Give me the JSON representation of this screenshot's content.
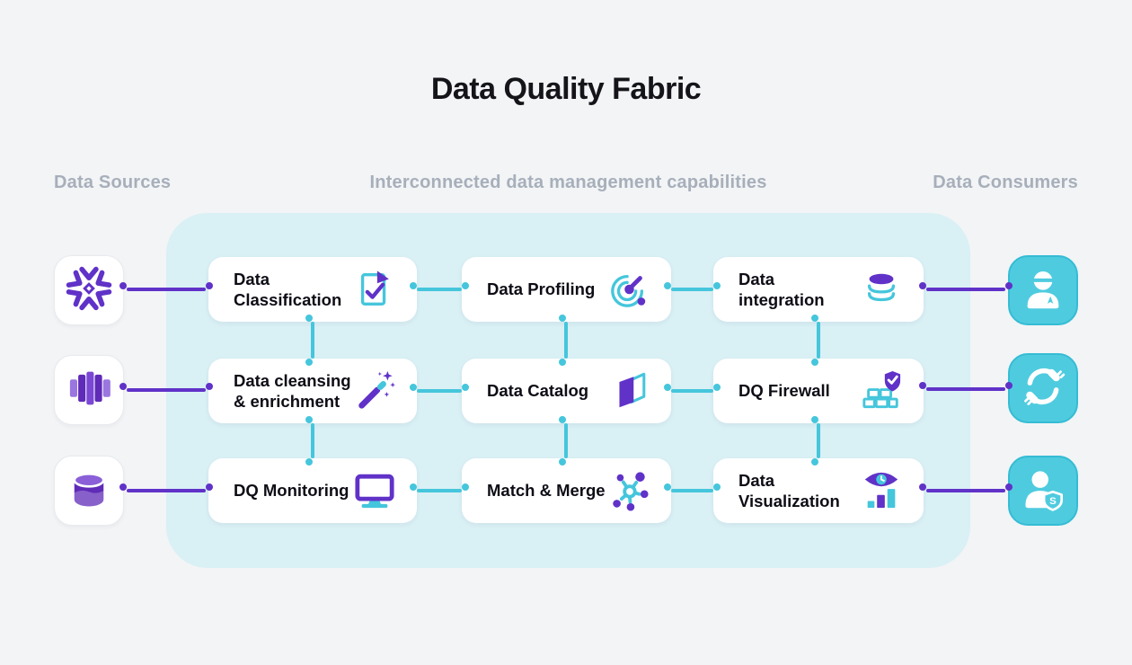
{
  "title": "Data Quality Fabric",
  "headers": {
    "sources": "Data Sources",
    "capabilities": "Interconnected data management capabilities",
    "consumers": "Data Consumers"
  },
  "sources": [
    {
      "icon": "snowflake-icon"
    },
    {
      "icon": "redshift-icon"
    },
    {
      "icon": "database-cylinder-icon"
    }
  ],
  "capabilities": [
    {
      "label": "Data Classification",
      "icon": "document-check-icon"
    },
    {
      "label": "Data Profiling",
      "icon": "gauge-radar-icon"
    },
    {
      "label": "Data integration",
      "icon": "database-stack-icon"
    },
    {
      "label": "Data cleansing & enrichment",
      "icon": "magic-wand-icon"
    },
    {
      "label": "Data Catalog",
      "icon": "open-book-icon"
    },
    {
      "label": "DQ Firewall",
      "icon": "brick-wall-shield-icon"
    },
    {
      "label": "DQ Monitoring",
      "icon": "monitor-icon"
    },
    {
      "label": "Match & Merge",
      "icon": "network-hub-icon"
    },
    {
      "label": "Data Visualization",
      "icon": "eye-bar-chart-icon"
    }
  ],
  "consumers": [
    {
      "icon": "user-hat-icon"
    },
    {
      "icon": "sync-plug-icon"
    },
    {
      "icon": "user-shield-icon"
    }
  ],
  "colors": {
    "purple": "#6032c8",
    "cyan": "#45c6dc",
    "tile_cyan": "#4fcbdf",
    "container": "#d9f0f5",
    "background": "#f2f4f6",
    "header_gray": "#a7afba",
    "text": "#0d0d16"
  }
}
